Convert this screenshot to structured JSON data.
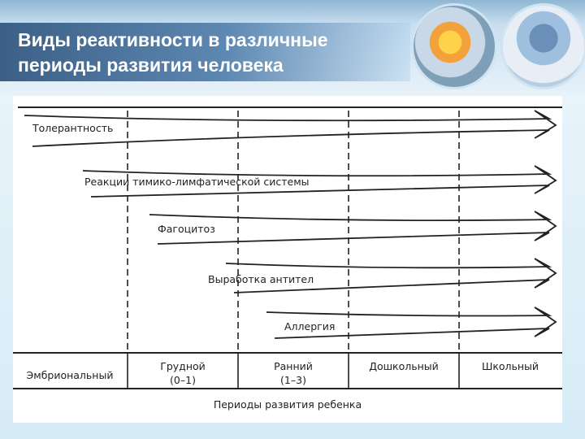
{
  "slide": {
    "title": "Виды реактивности в различные\nпериоды развития человека"
  },
  "diagram": {
    "arrows": [
      "Толерантность",
      "Реакции тимико-лимфатической системы",
      "Фагоцитоз",
      "Выработка антител",
      "Аллергия"
    ],
    "periods": [
      {
        "name": "Эмбриональный",
        "range": ""
      },
      {
        "name": "Грудной",
        "range": "(0–1)"
      },
      {
        "name": "Ранний",
        "range": "(1–3)"
      },
      {
        "name": "Дошкольный",
        "range": ""
      },
      {
        "name": "Школьный",
        "range": ""
      }
    ],
    "axis_label": "Периоды развития ребенка"
  }
}
